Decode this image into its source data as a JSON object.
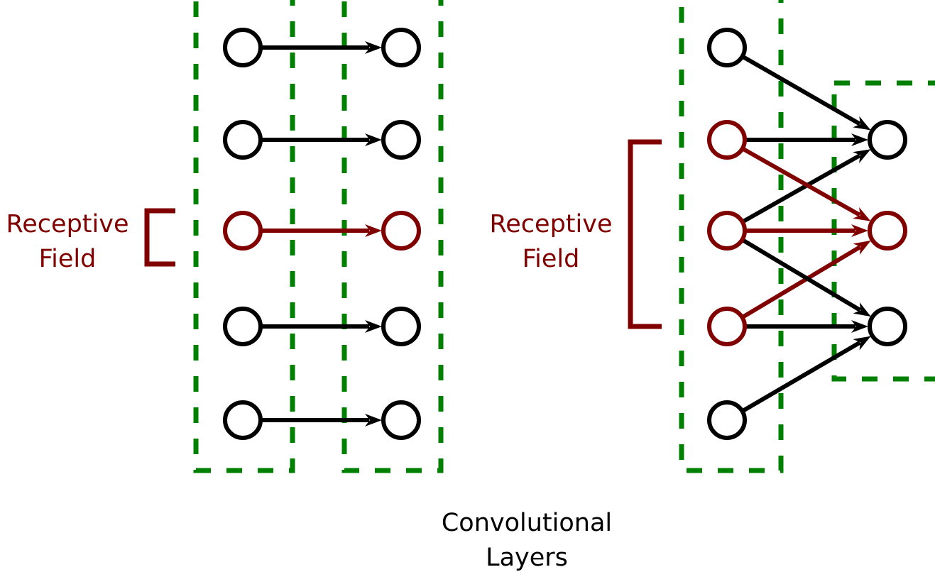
{
  "colors": {
    "black": "#000000",
    "red": "#800000",
    "green": "#008000"
  },
  "left_diagram": {
    "label_line1": "Receptive",
    "label_line2": "Field",
    "input_nodes": [
      "black",
      "black",
      "red",
      "black",
      "black"
    ],
    "output_nodes": [
      "black",
      "black",
      "red",
      "black",
      "black"
    ],
    "edges": [
      {
        "from": 0,
        "to": 0,
        "color": "black"
      },
      {
        "from": 1,
        "to": 1,
        "color": "black"
      },
      {
        "from": 2,
        "to": 2,
        "color": "red"
      },
      {
        "from": 3,
        "to": 3,
        "color": "black"
      },
      {
        "from": 4,
        "to": 4,
        "color": "black"
      }
    ]
  },
  "right_diagram": {
    "label_line1": "Receptive",
    "label_line2": "Field",
    "input_nodes": [
      "black",
      "red",
      "red",
      "red",
      "black"
    ],
    "output_nodes": [
      "black",
      "red",
      "black"
    ],
    "edges": [
      {
        "from": 0,
        "to": 0,
        "color": "black"
      },
      {
        "from": 1,
        "to": 0,
        "color": "black"
      },
      {
        "from": 2,
        "to": 0,
        "color": "black"
      },
      {
        "from": 1,
        "to": 1,
        "color": "red"
      },
      {
        "from": 2,
        "to": 1,
        "color": "red"
      },
      {
        "from": 3,
        "to": 1,
        "color": "red"
      },
      {
        "from": 2,
        "to": 2,
        "color": "black"
      },
      {
        "from": 3,
        "to": 2,
        "color": "black"
      },
      {
        "from": 4,
        "to": 2,
        "color": "black"
      }
    ]
  },
  "caption_line1": "Convolutional",
  "caption_line2": "Layers"
}
